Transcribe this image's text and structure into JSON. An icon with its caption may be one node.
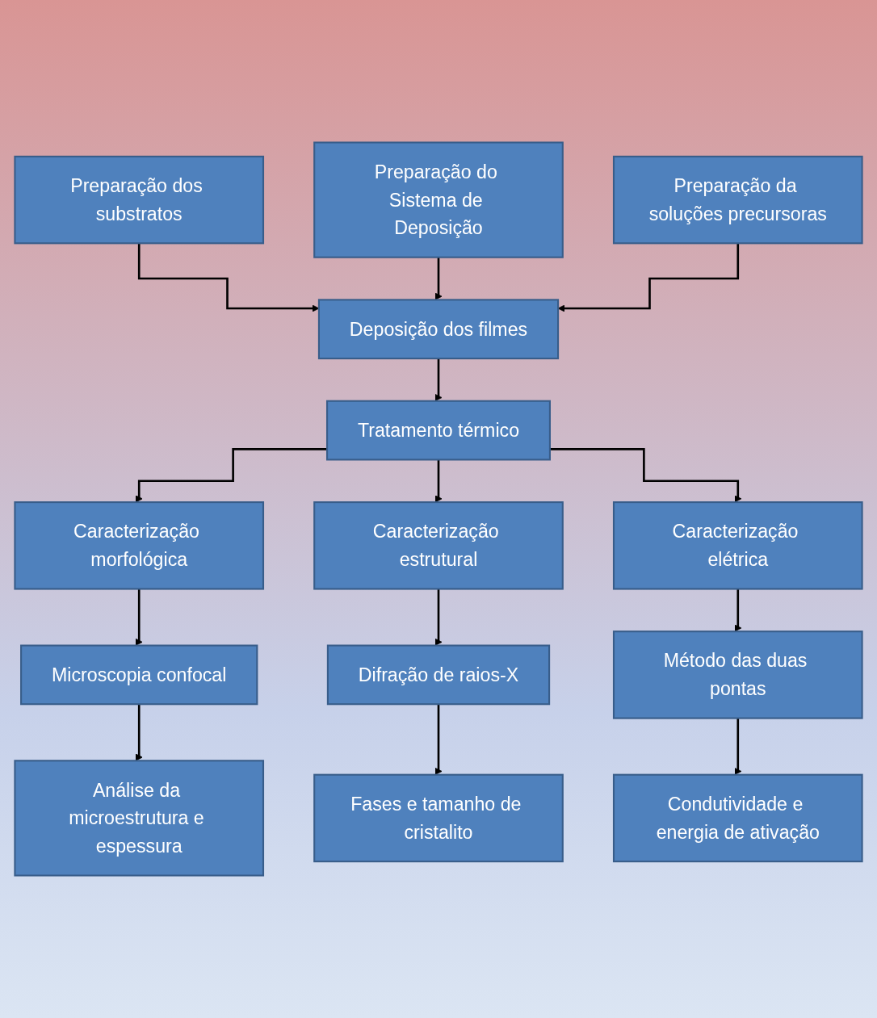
{
  "diagram": {
    "nodes": [
      {
        "text": [
          "Preparação dos substratos"
        ]
      },
      {
        "text": [
          "Preparação do Sistema de Deposição"
        ]
      },
      {
        "text": [
          "Preparação da soluções precursoras"
        ]
      },
      {
        "text": [
          "Deposição dos filmes"
        ]
      },
      {
        "text": [
          "Tratamento térmico"
        ]
      },
      {
        "text": [
          "Caracterização morfológica"
        ]
      },
      {
        "text": [
          "Caracterização estrutural"
        ]
      },
      {
        "text": [
          "Caracterização elétrica"
        ]
      },
      {
        "text": [
          "Microscopia confocal"
        ]
      },
      {
        "text": [
          "Difração de raios-X"
        ]
      },
      {
        "text": [
          "Método das duas pontas"
        ]
      },
      {
        "text": [
          "Análise da microestrutura e espessura"
        ]
      },
      {
        "text": [
          "Fases e tamanho de cristalito"
        ]
      },
      {
        "text": [
          "Condutividade e energia de ativação"
        ]
      }
    ],
    "edges": [
      {
        "from": 0,
        "to": 3,
        "arrow": "to"
      },
      {
        "from": 1,
        "to": 3,
        "arrow": "to"
      },
      {
        "from": 2,
        "to": 3,
        "arrow": "to"
      },
      {
        "from": 3,
        "to": 4,
        "arrow": "to"
      },
      {
        "from": 4,
        "to": 5,
        "arrow": "to"
      },
      {
        "from": 4,
        "to": 6,
        "arrow": "to"
      },
      {
        "from": 4,
        "to": 7,
        "arrow": "to"
      },
      {
        "from": 5,
        "to": 8,
        "arrow": "to"
      },
      {
        "from": 6,
        "to": 9,
        "arrow": "to"
      },
      {
        "from": 7,
        "to": 10,
        "arrow": "to"
      },
      {
        "from": 8,
        "to": 11,
        "arrow": "to"
      },
      {
        "from": 9,
        "to": 12,
        "arrow": "to"
      },
      {
        "from": 10,
        "to": 13,
        "arrow": "to"
      }
    ]
  }
}
